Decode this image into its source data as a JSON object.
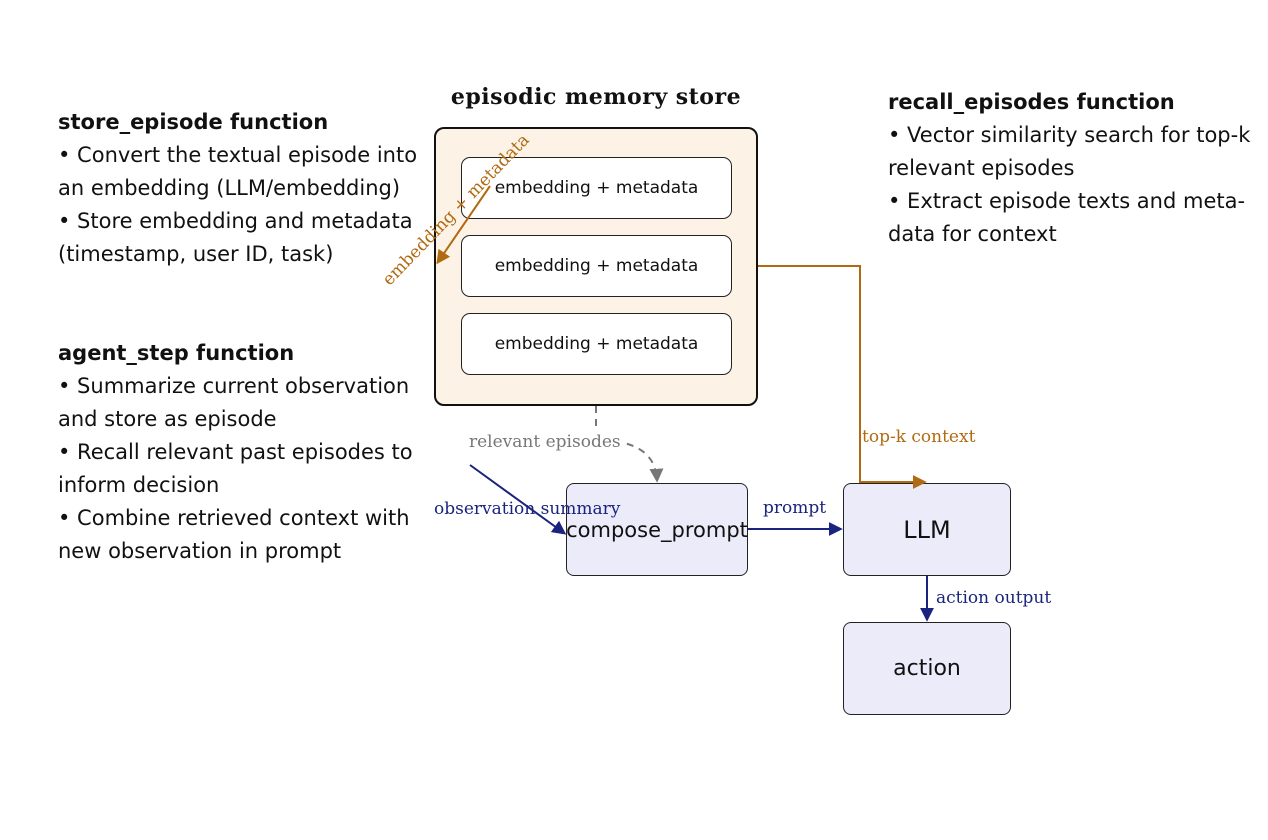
{
  "store_episode": {
    "heading": "store_episode function",
    "lines": [
      "• Convert the textual episode into",
      "an embedding (LLM/embedding)",
      "• Store embedding and metadata",
      "(timestamp, user ID, task)"
    ]
  },
  "agent_step": {
    "heading": "agent_step function",
    "lines": [
      "• Summarize current observation",
      "and store as episode",
      "• Recall relevant past episodes to",
      "inform decision",
      "• Combine retrieved context with",
      "new observation in prompt"
    ]
  },
  "recall_episodes": {
    "heading": "recall_episodes function",
    "lines": [
      "• Vector similarity search for top-k",
      "relevant episodes",
      "• Extract episode texts and meta-",
      "data for context"
    ]
  },
  "memory_store": {
    "title": "episodic memory store",
    "slots": [
      "embedding + metadata",
      "embedding + metadata",
      "embedding + metadata"
    ]
  },
  "nodes": {
    "compose": "compose_prompt",
    "llm": "LLM",
    "action": "action"
  },
  "edges": {
    "embed": "embedding + metadata",
    "relevant": "relevant episodes",
    "observation": "observation summary",
    "prompt": "prompt",
    "topk": "top-k context",
    "action_output": "action output"
  },
  "colors": {
    "orange": "#b06a12",
    "navy": "#1a237e",
    "gray": "#777777",
    "store_fill": "#fdf2e6",
    "node_fill": "#ebebfa"
  }
}
